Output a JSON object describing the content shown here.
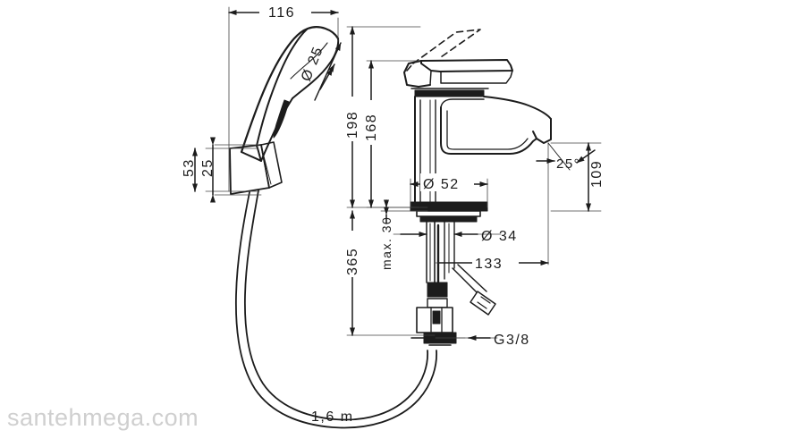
{
  "drawing": {
    "title": "Single lever basin mixer with bidette hand shower - technical dimension drawing",
    "line_color": "#1c1c1c",
    "thin_line_color": "#333333",
    "watermark_color": "#cfcfcf"
  },
  "watermark": {
    "text": "santehmega.com"
  },
  "dimensions": {
    "shower_reach": {
      "label": "116",
      "unit": "mm",
      "orientation": "horizontal"
    },
    "shower_head_dia": {
      "label": "Ø 25",
      "unit": "mm",
      "orientation": "angled"
    },
    "bracket_outer": {
      "label": "53",
      "unit": "mm",
      "orientation": "vertical"
    },
    "bracket_inner": {
      "label": "25",
      "unit": "mm",
      "orientation": "vertical"
    },
    "total_height": {
      "label": "198",
      "unit": "mm",
      "orientation": "vertical"
    },
    "spout_height": {
      "label": "168",
      "unit": "mm",
      "orientation": "vertical"
    },
    "below_deck": {
      "label": "365",
      "unit": "mm",
      "orientation": "vertical"
    },
    "max_thickness": {
      "label": "max. 30",
      "unit": "mm",
      "orientation": "vertical"
    },
    "base_dia": {
      "label": "Ø 52",
      "unit": "mm",
      "orientation": "horizontal"
    },
    "shank_dia": {
      "label": "Ø 34",
      "unit": "mm",
      "orientation": "horizontal"
    },
    "spout_projection": {
      "label": "133",
      "unit": "mm",
      "orientation": "horizontal"
    },
    "spout_clearance": {
      "label": "109",
      "unit": "mm",
      "orientation": "vertical"
    },
    "spout_angle": {
      "label": "25°",
      "unit": "deg",
      "orientation": "angled"
    },
    "supply_thread": {
      "label": "G3/8",
      "unit": "thread",
      "orientation": "horizontal"
    },
    "hose_length": {
      "label": "1,6 m",
      "unit": "m",
      "orientation": "horizontal"
    }
  }
}
